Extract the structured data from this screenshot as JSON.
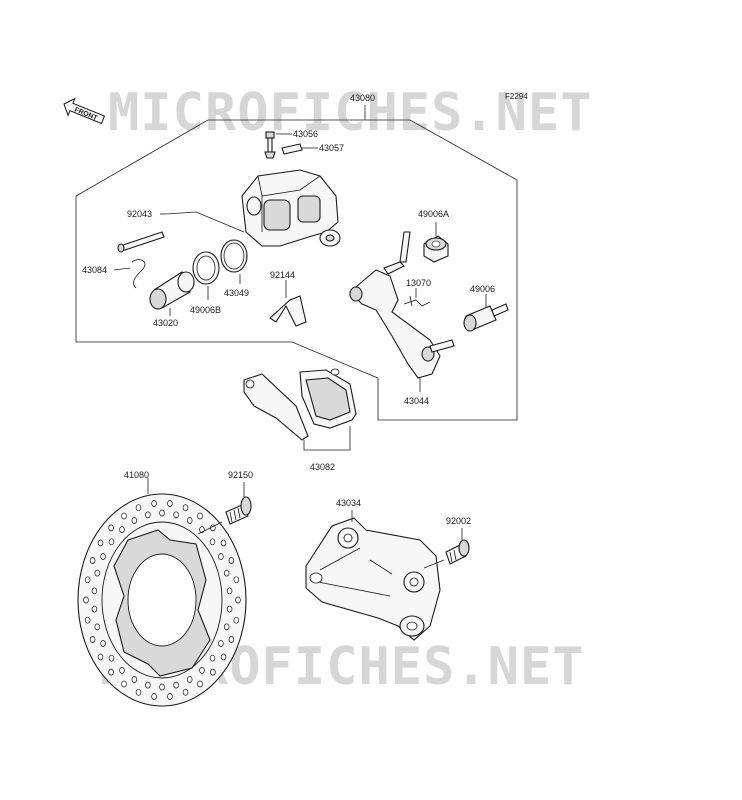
{
  "figure_ref": "F2294",
  "watermark": "MICROFICHES.NET",
  "front_label": "FRONT",
  "parts": {
    "p43080": "43080",
    "p43056": "43056",
    "p43057": "43057",
    "p92043": "92043",
    "p43084": "43084",
    "p43020": "43020",
    "p49006B": "49006B",
    "p43049": "43049",
    "p92144": "92144",
    "p49006A": "49006A",
    "p13070": "13070",
    "p49006": "49006",
    "p43044": "43044",
    "p43082": "43082",
    "p41080": "41080",
    "p92150": "92150",
    "p43034": "43034",
    "p92002": "92002"
  }
}
